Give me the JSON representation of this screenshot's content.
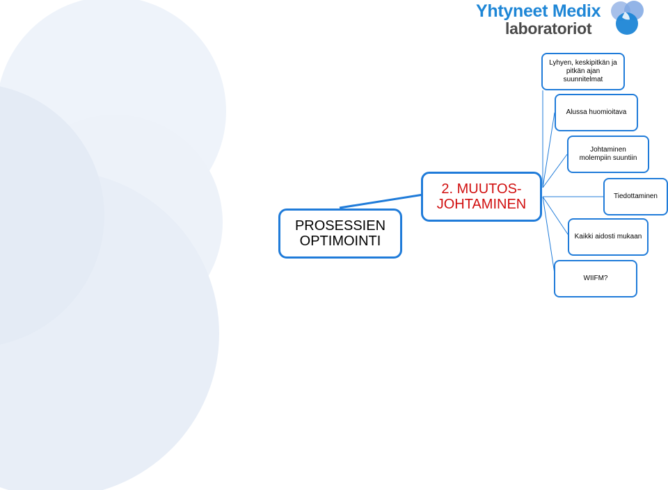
{
  "logo": {
    "line1": "Yhtyneet Medix",
    "line2": "laboratoriot"
  },
  "colors": {
    "node_border": "#1f7bd9",
    "main_node_text": "#d10f0f",
    "background_circle": "#e8eef7",
    "logo_blue": "#1e86d6",
    "logo_gray": "#4a4a4a"
  },
  "diagram": {
    "root": "PROSESSIEN\nOPTIMOINTI",
    "main": "2. MUUTOS-\nJOHTAMINEN",
    "branches": [
      "Lyhyen, keskipitkän ja\npitkän ajan\nsuunnitelmat",
      "Alussa huomioitava",
      "Johtaminen\nmolempiin suuntiin",
      "Tiedottaminen",
      "Kaikki aidosti mukaan",
      "WIIFM?"
    ]
  }
}
